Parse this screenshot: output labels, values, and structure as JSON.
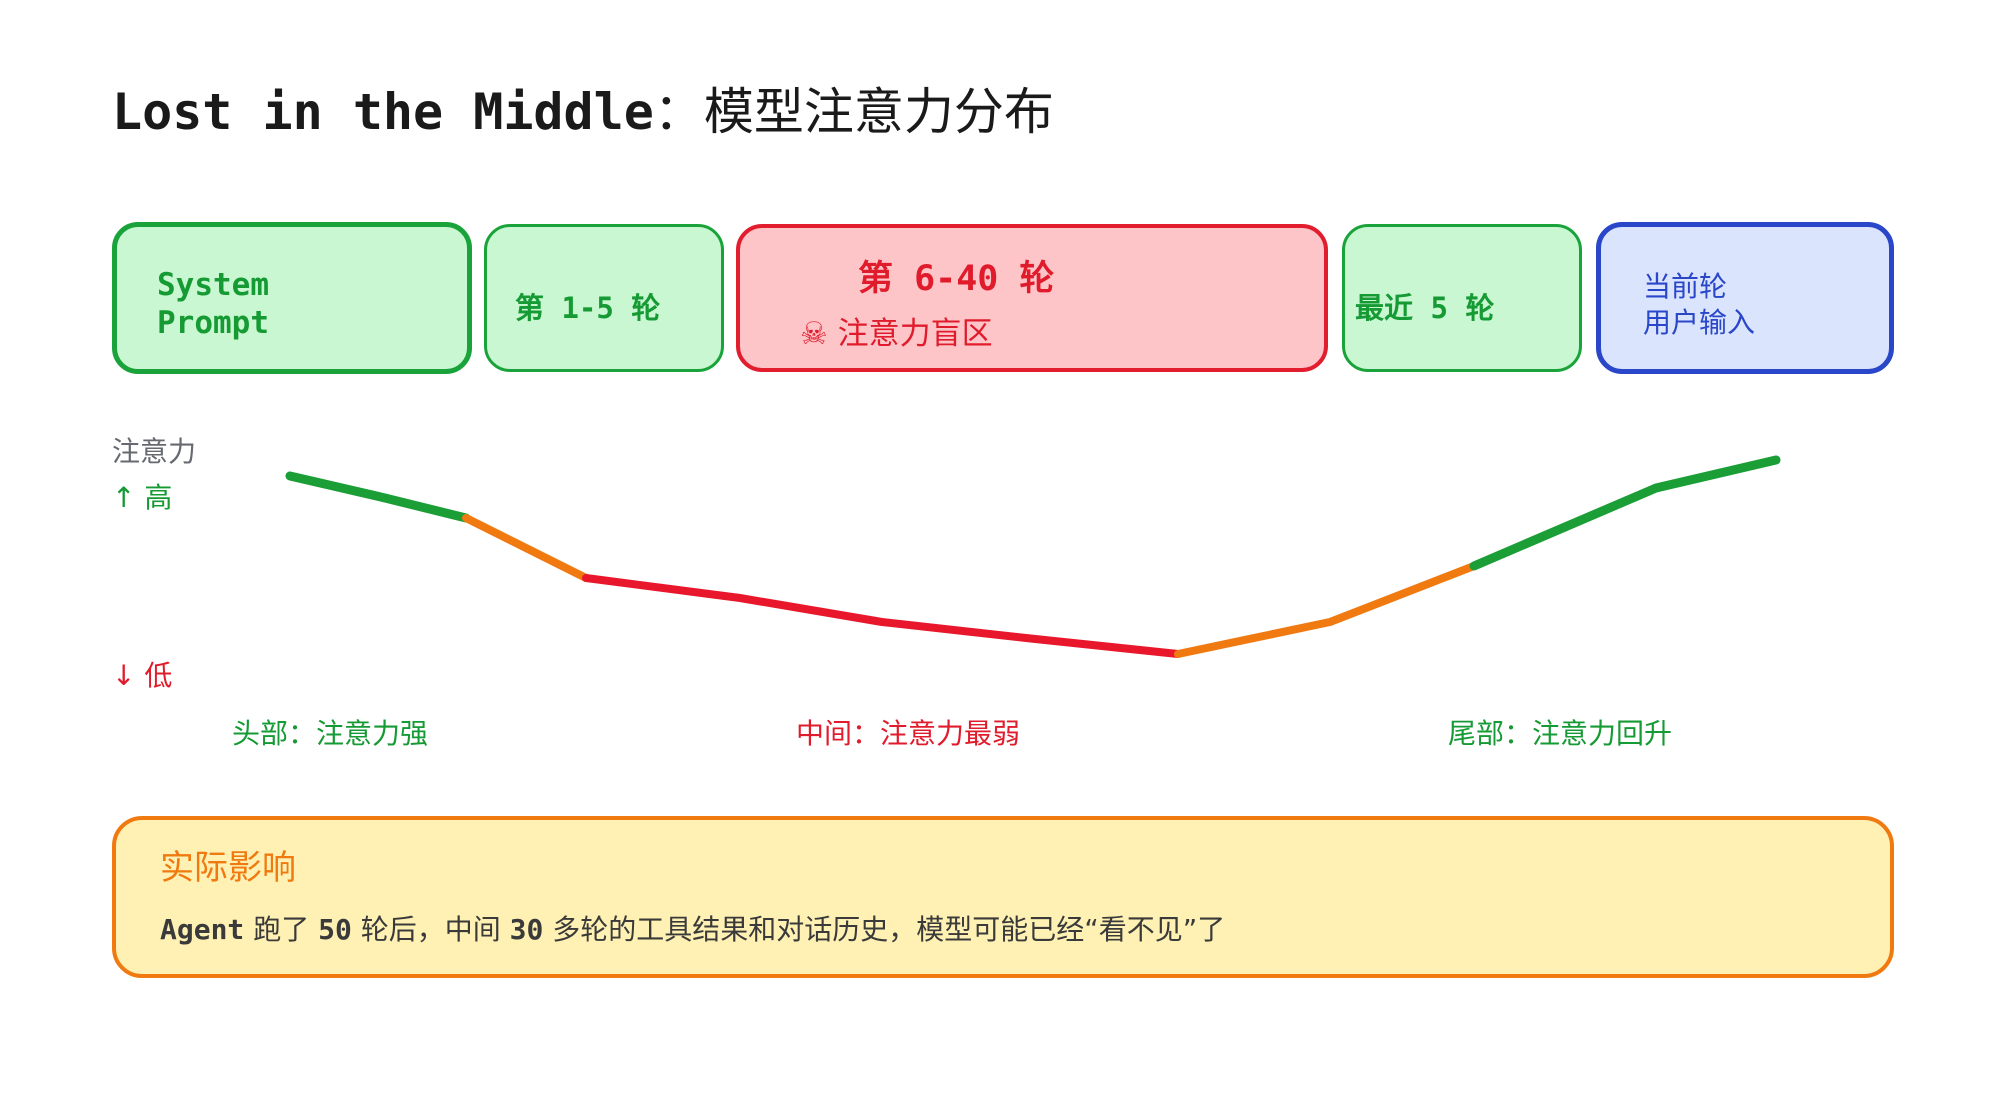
{
  "title": {
    "prefix": "Lost in the Middle",
    "suffix": "：模型注意力分布"
  },
  "segments": [
    {
      "line1": "System",
      "line2": "Prompt"
    },
    {
      "label": "第 1-5 轮"
    },
    {
      "label": "第 6-40 轮",
      "warning": "☠ 注意力盲区"
    },
    {
      "label": "最近 5 轮"
    },
    {
      "line1": "当前轮",
      "line2": "用户输入"
    }
  ],
  "attention_axis": {
    "label": "注意力",
    "high": "↑ 高",
    "low": "↓ 低"
  },
  "regions": {
    "head": "头部：注意力强",
    "middle": "中间：注意力最弱",
    "tail": "尾部：注意力回升"
  },
  "colors": {
    "strong": "#1a9e35",
    "medium": "#f07a10",
    "weak": "#e8172b"
  },
  "impact": {
    "title": "实际影响",
    "body_agent": "Agent",
    "body_1": " 跑了 ",
    "body_n1": "50",
    "body_2": " 轮后，中间 ",
    "body_n2": "30",
    "body_3": " 多轮的工具结果和对话历史，模型可能已经“看不见”了"
  }
}
